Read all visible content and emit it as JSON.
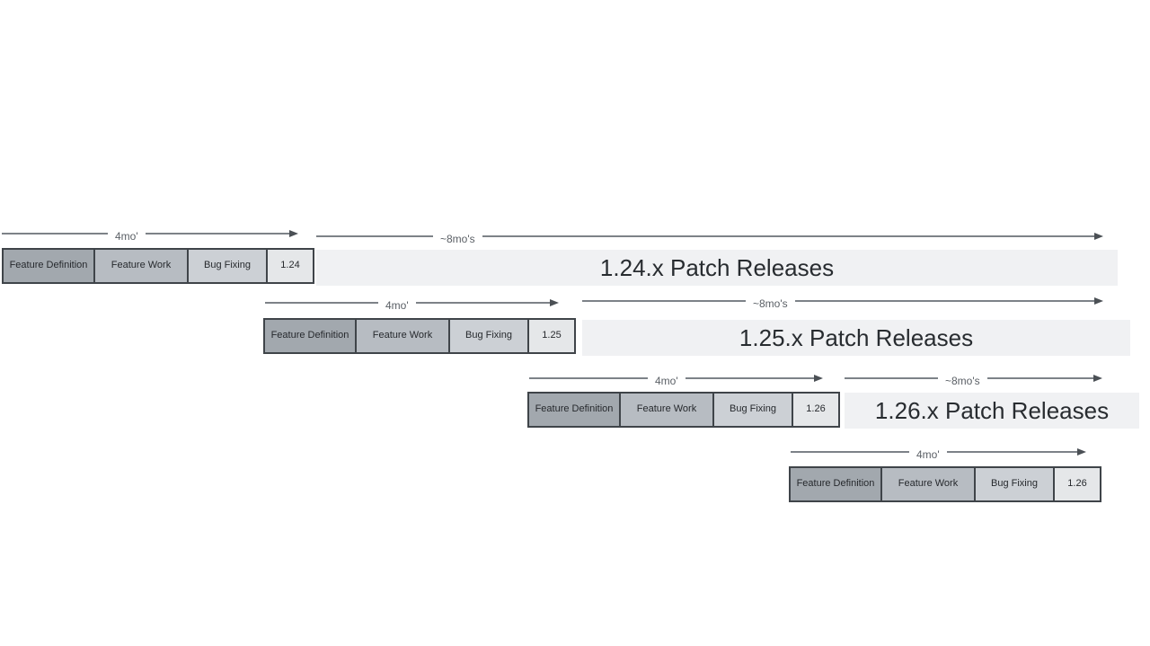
{
  "diagram": {
    "name": "release-cadence-timeline",
    "rows": [
      {
        "version": "1.24",
        "cycle_label": "4mo'",
        "patch_label": "~8mo's",
        "patch_bar_text": "1.24.x Patch Releases",
        "phases": [
          "Feature Definition",
          "Feature Work",
          "Bug Fixing"
        ]
      },
      {
        "version": "1.25",
        "cycle_label": "4mo'",
        "patch_label": "~8mo's",
        "patch_bar_text": "1.25.x Patch Releases",
        "phases": [
          "Feature Definition",
          "Feature Work",
          "Bug Fixing"
        ]
      },
      {
        "version": "1.26",
        "cycle_label": "4mo'",
        "patch_label": "~8mo's",
        "patch_bar_text": "1.26.x Patch Releases",
        "phases": [
          "Feature Definition",
          "Feature Work",
          "Bug Fixing"
        ]
      },
      {
        "version": "1.26",
        "cycle_label": "4mo'",
        "phases": [
          "Feature Definition",
          "Feature Work",
          "Bug Fixing"
        ]
      }
    ],
    "colors": {
      "phase_feature_definition": "#a2a8ae",
      "phase_feature_work": "#b7bcc2",
      "phase_bug_fixing": "#ccd0d5",
      "version_box": "#e5e7e9",
      "patch_bar": "#f0f1f3",
      "block_border": "#3f4449",
      "arrow_line": "#7d8288",
      "arrow_head": "#4b5055",
      "label_text": "#5a5f65",
      "big_text": "#282c30"
    }
  }
}
